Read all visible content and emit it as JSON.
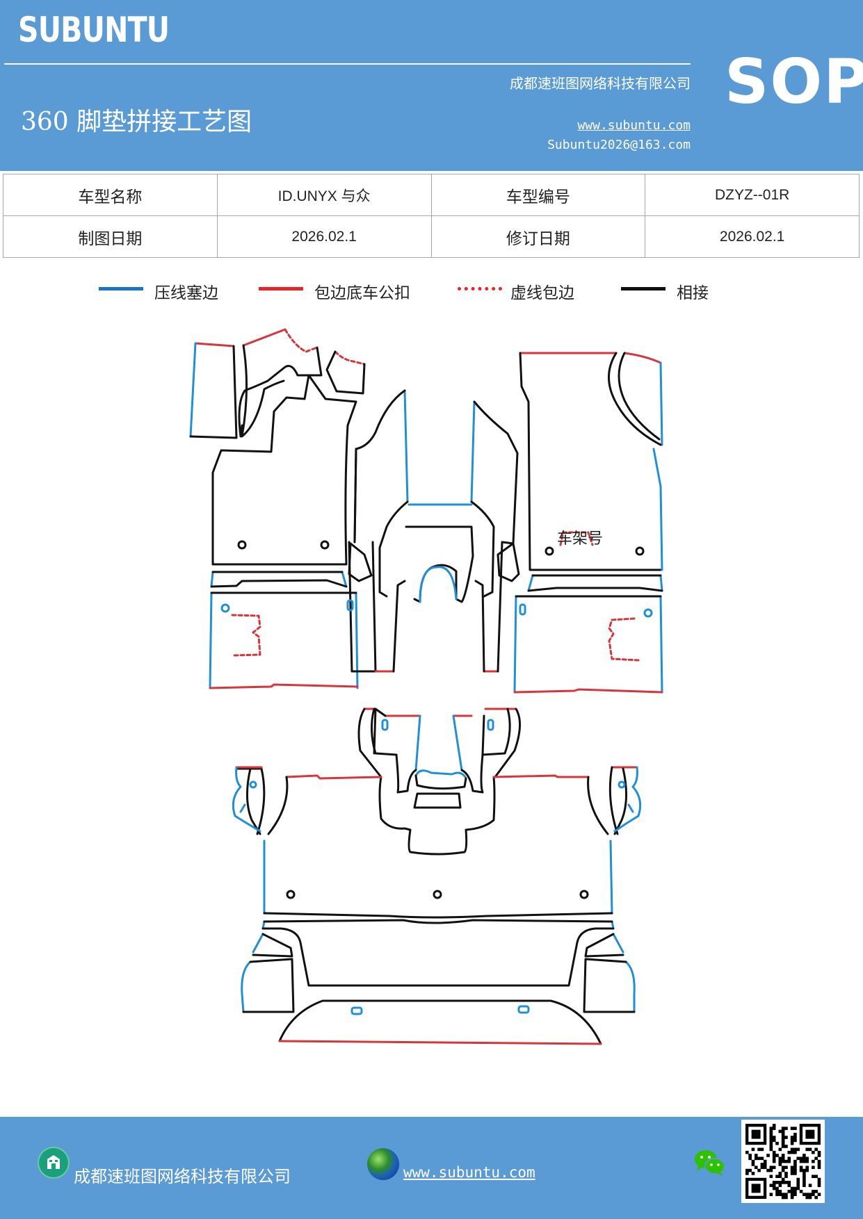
{
  "header": {
    "brand": "SUBUNTU",
    "company": "成都速班图网络科技有限公司",
    "title": "360 脚垫拼接工艺图",
    "website": "www.subuntu.com",
    "email": "Subuntu2026@163.com",
    "sop": "SOP"
  },
  "info_table": [
    {
      "label": "车型名称",
      "value": "ID.UNYX  与众",
      "label2": "车型编号",
      "value2": "DZYZ--01R"
    },
    {
      "label": "制图日期",
      "value": "2026.02.1",
      "label2": "修订日期",
      "value2": "2026.02.1"
    }
  ],
  "legend": [
    {
      "label": "压线塞边",
      "color": "#1a75c4",
      "style": "solid"
    },
    {
      "label": "包边底车公扣",
      "color": "#e8242b",
      "style": "solid"
    },
    {
      "label": "虚线包边",
      "color": "#e8242b",
      "style": "dotted"
    },
    {
      "label": "相接",
      "color": "#111111",
      "style": "solid"
    }
  ],
  "diagram": {
    "frame_label": "车架号",
    "colors": {
      "blue": "#1f8fd8",
      "red": "#d8343c",
      "black": "#111111"
    }
  },
  "footer": {
    "company": "成都速班图网络科技有限公司",
    "website": "www.subuntu.com",
    "company_icon": "building-icon",
    "web_icon": "globe-icon",
    "wechat_icon": "wechat-icon",
    "qr": "qr-code"
  }
}
